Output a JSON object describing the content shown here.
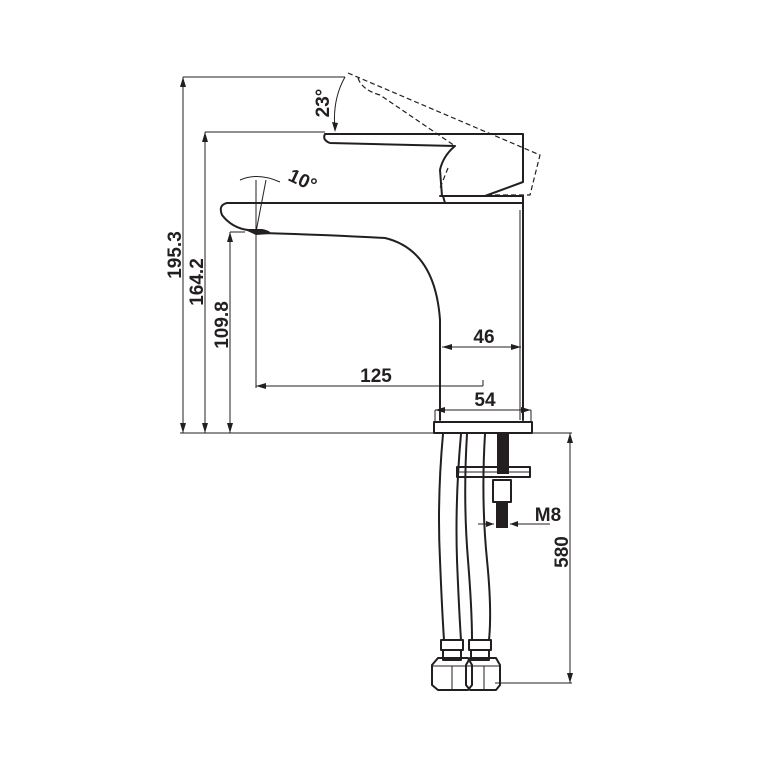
{
  "drawing": {
    "title": "Basin mixer faucet side elevation technical drawing",
    "colors": {
      "line": "#231f20",
      "background": "#ffffff"
    },
    "dimensions": {
      "total_height": "195.3",
      "body_height": "164.2",
      "spout_outlet_height": "109.8",
      "spout_reach": "125",
      "body_width": "46",
      "base_width": "54",
      "thread_size": "M8",
      "hose_length": "580"
    },
    "angles": {
      "lever_tilt": "23°",
      "spout_angle": "10°"
    }
  }
}
